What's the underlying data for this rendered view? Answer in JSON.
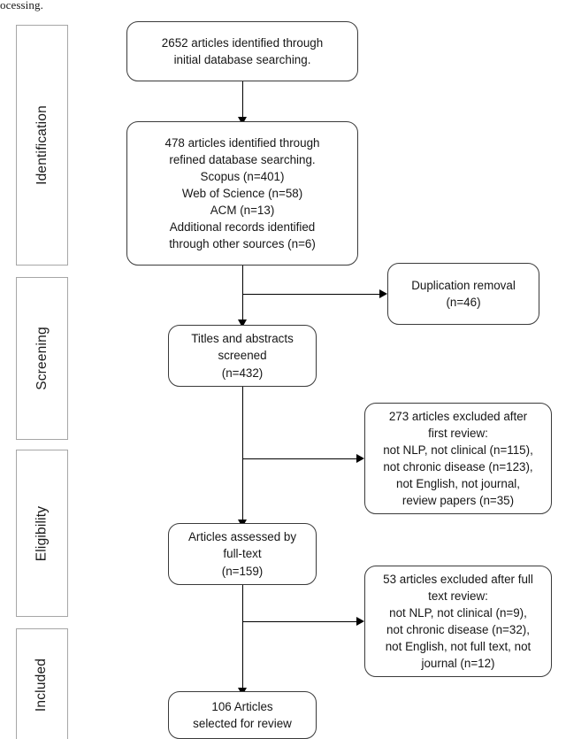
{
  "page_fragment": "ocessing.",
  "stages": [
    {
      "id": "identification",
      "label": "Identification"
    },
    {
      "id": "screening",
      "label": "Screening"
    },
    {
      "id": "eligibility",
      "label": "Eligibility"
    },
    {
      "id": "included",
      "label": "Included"
    }
  ],
  "boxes": {
    "initial_search": {
      "lines": [
        "2652 articles identified through",
        "initial database searching."
      ]
    },
    "refined_search": {
      "lines": [
        "478 articles identified through",
        "refined database searching.",
        "Scopus (n=401)",
        "Web of Science (n=58)",
        "ACM (n=13)",
        "Additional records identified",
        "through other sources (n=6)"
      ]
    },
    "duplication_removal": {
      "lines": [
        "Duplication removal",
        "(n=46)"
      ]
    },
    "titles_abstracts_screened": {
      "lines": [
        "Titles and abstracts",
        "screened",
        "(n=432)"
      ]
    },
    "excluded_first_review": {
      "lines": [
        "273 articles excluded after",
        "first review:",
        "not NLP, not clinical (n=115),",
        "not chronic disease (n=123),",
        "not English, not journal,",
        "review papers (n=35)"
      ]
    },
    "full_text_assessed": {
      "lines": [
        "Articles assessed by",
        "full-text",
        "(n=159)"
      ]
    },
    "excluded_full_text": {
      "lines": [
        "53 articles excluded after full",
        "text review:",
        "not NLP, not clinical (n=9),",
        "not chronic disease (n=32),",
        "not English, not full text, not",
        "journal (n=12)"
      ]
    },
    "selected_for_review": {
      "lines": [
        "106 Articles",
        "selected for review"
      ]
    }
  },
  "chart_data": {
    "type": "diagram",
    "title": "PRISMA flow diagram of article selection",
    "stages": [
      "Identification",
      "Screening",
      "Eligibility",
      "Included"
    ],
    "nodes": [
      {
        "id": "initial_search",
        "stage": "Identification",
        "count": 2652,
        "label": "2652 articles identified through initial database searching."
      },
      {
        "id": "refined_search",
        "stage": "Identification",
        "count": 478,
        "label": "478 articles identified through refined database searching.",
        "sources": [
          {
            "name": "Scopus",
            "n": 401
          },
          {
            "name": "Web of Science",
            "n": 58
          },
          {
            "name": "ACM",
            "n": 13
          },
          {
            "name": "Additional records identified through other sources",
            "n": 6
          }
        ]
      },
      {
        "id": "duplication_removal",
        "stage": "Screening",
        "count": 46,
        "label": "Duplication removal (n=46)",
        "kind": "excluded"
      },
      {
        "id": "titles_abstracts_screened",
        "stage": "Screening",
        "count": 432,
        "label": "Titles and abstracts screened (n=432)"
      },
      {
        "id": "excluded_first_review",
        "stage": "Screening",
        "count": 273,
        "label": "273 articles excluded after first review",
        "kind": "excluded",
        "reasons": [
          {
            "reason": "not NLP, not clinical",
            "n": 115
          },
          {
            "reason": "not chronic disease",
            "n": 123
          },
          {
            "reason": "not English, not journal, review papers",
            "n": 35
          }
        ]
      },
      {
        "id": "full_text_assessed",
        "stage": "Eligibility",
        "count": 159,
        "label": "Articles assessed by full-text (n=159)"
      },
      {
        "id": "excluded_full_text",
        "stage": "Eligibility",
        "count": 53,
        "label": "53 articles excluded after full text review",
        "kind": "excluded",
        "reasons": [
          {
            "reason": "not NLP, not clinical",
            "n": 9
          },
          {
            "reason": "not chronic disease",
            "n": 32
          },
          {
            "reason": "not English, not full text, not journal",
            "n": 12
          }
        ]
      },
      {
        "id": "selected_for_review",
        "stage": "Included",
        "count": 106,
        "label": "106 Articles selected for review"
      }
    ],
    "edges": [
      {
        "from": "initial_search",
        "to": "refined_search"
      },
      {
        "from": "refined_search",
        "to": "duplication_removal"
      },
      {
        "from": "refined_search",
        "to": "titles_abstracts_screened"
      },
      {
        "from": "titles_abstracts_screened",
        "to": "excluded_first_review"
      },
      {
        "from": "titles_abstracts_screened",
        "to": "full_text_assessed"
      },
      {
        "from": "full_text_assessed",
        "to": "excluded_full_text"
      },
      {
        "from": "full_text_assessed",
        "to": "selected_for_review"
      }
    ],
    "colors": {
      "box_border": "#3a3a3a",
      "stage_border": "#a6a6a6",
      "arrow": "#000000",
      "background": "#ffffff",
      "text": "#161616"
    }
  }
}
